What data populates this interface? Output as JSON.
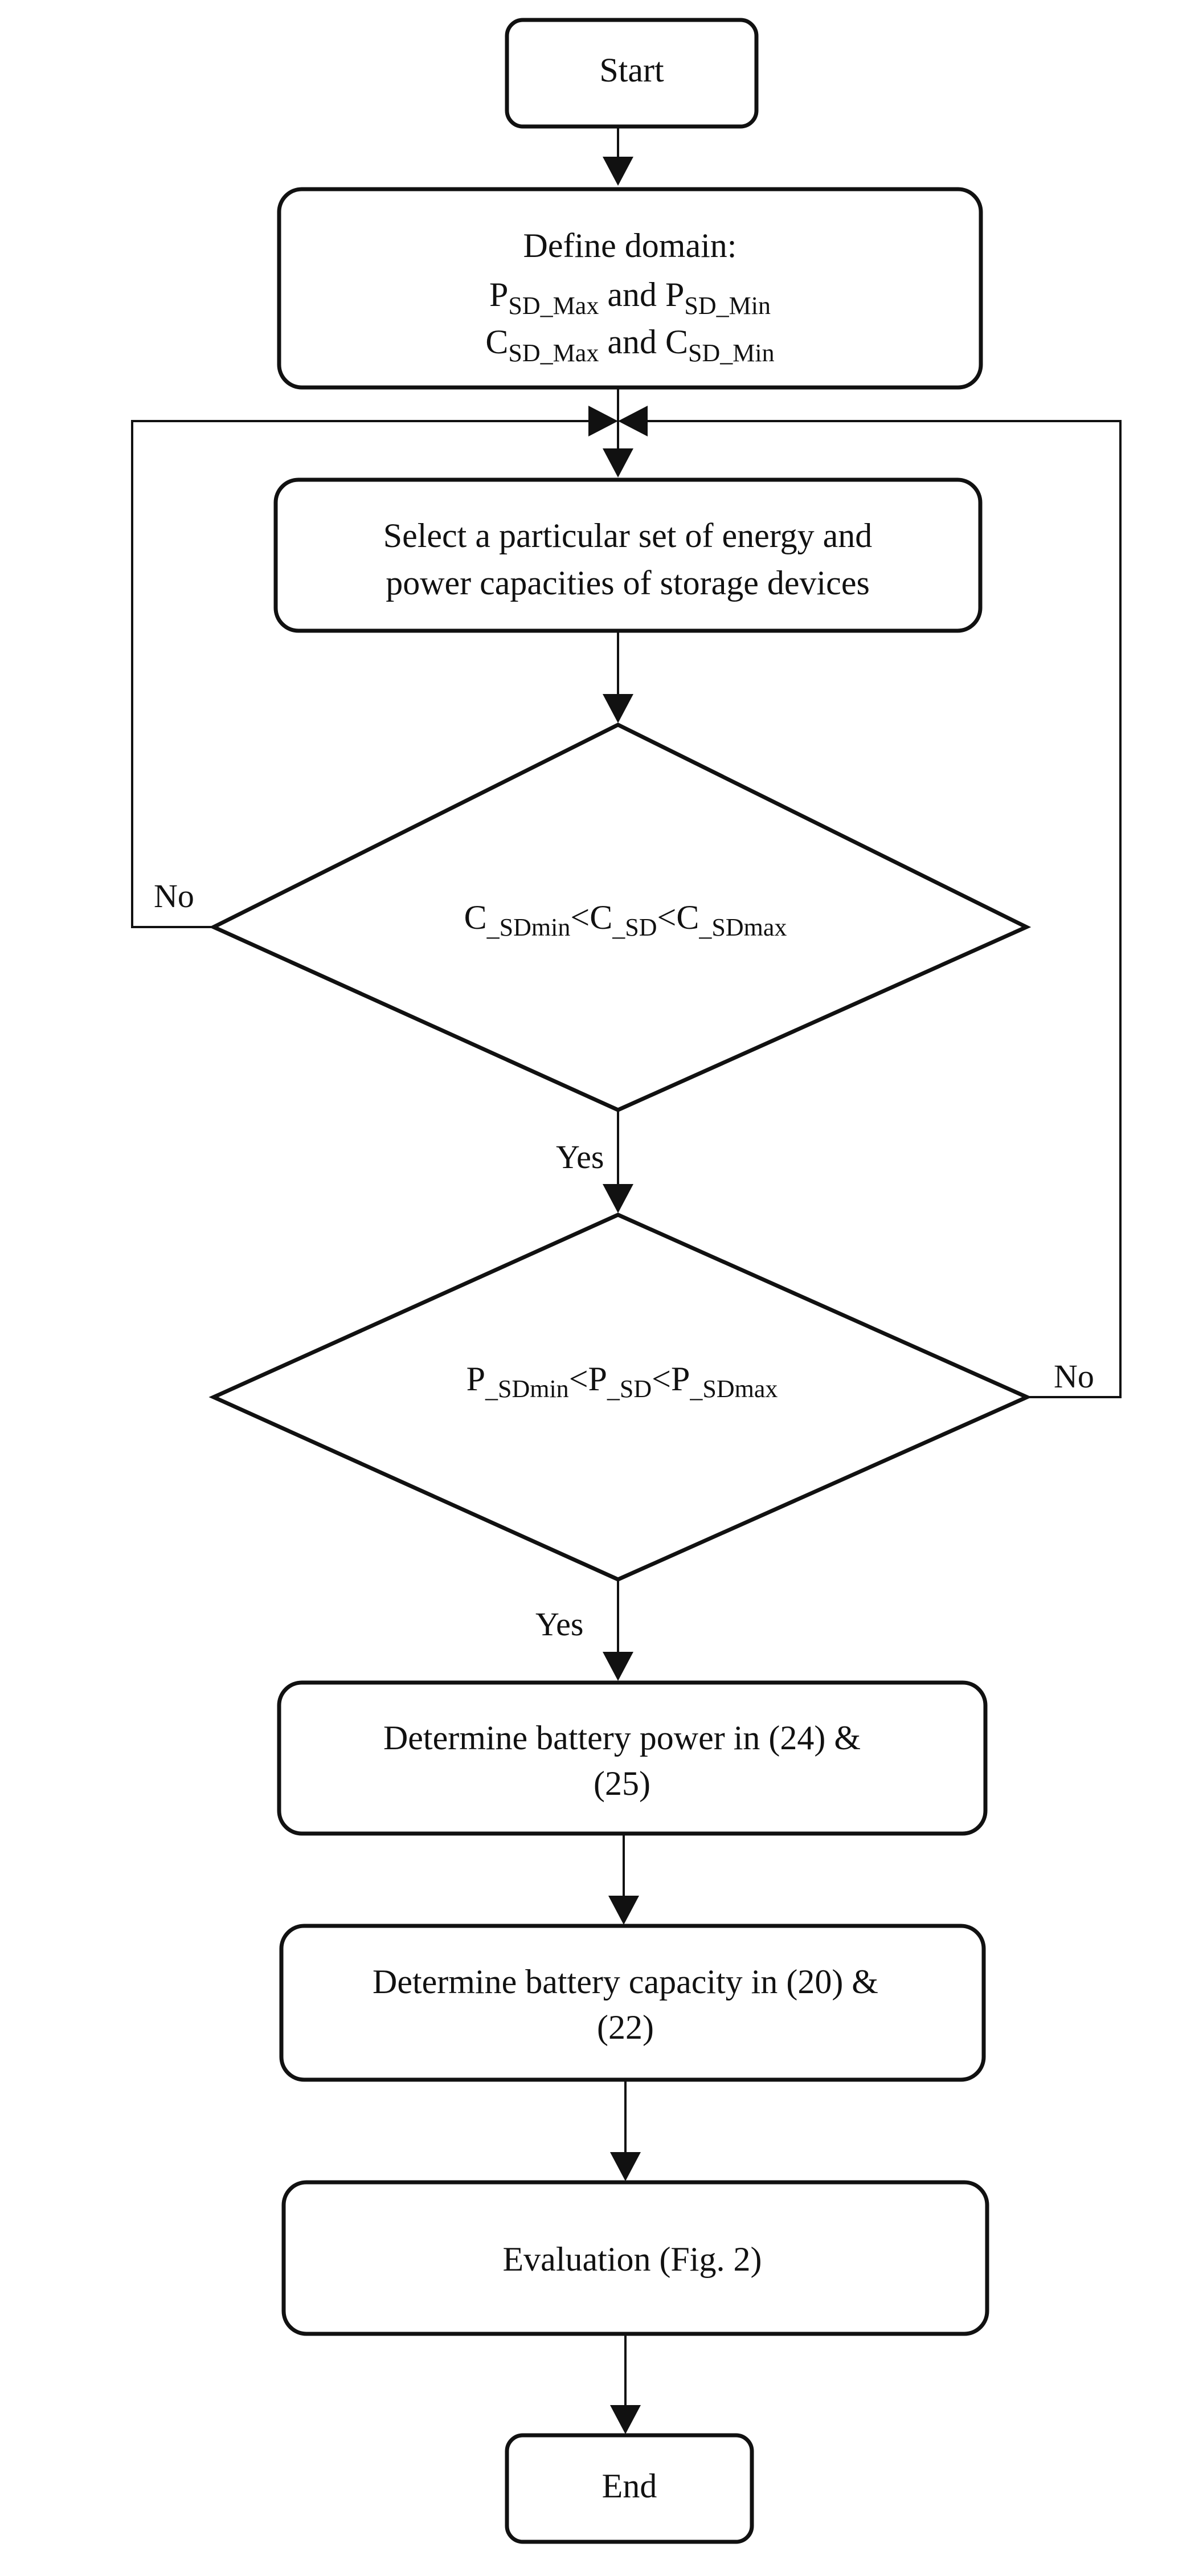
{
  "nodes": {
    "start": {
      "label": "Start"
    },
    "define_domain": {
      "line1": "Define domain:",
      "p_max_base": "P",
      "p_max_sub": "SD_Max",
      "and1": " and ",
      "p_min_base": "P",
      "p_min_sub": "SD_Min",
      "c_max_base": "C",
      "c_max_sub": "SD_Max",
      "and2": " and ",
      "c_min_base": "C",
      "c_min_sub": "SD_Min"
    },
    "select_set": {
      "line1": "Select a particular set of energy and",
      "line2": "power capacities of storage devices"
    },
    "decision_c": {
      "t1": "C",
      "s1": "_SDmin",
      "t2": "<C",
      "s2": "_SD",
      "t3": "<C",
      "s3": "_SDmax"
    },
    "decision_p": {
      "t1": "P",
      "s1": "_SDmin",
      "t2": "<P",
      "s2": "_SD",
      "t3": "<P",
      "s3": "_SDmax"
    },
    "battery_power": {
      "line1": "Determine battery power in (24) &",
      "line2": "(25)"
    },
    "battery_capacity": {
      "line1": "Determine battery capacity in (20) &",
      "line2": "(22)"
    },
    "evaluation": {
      "label": "Evaluation (Fig. 2)"
    },
    "end": {
      "label": "End"
    }
  },
  "edge_labels": {
    "c_no": "No",
    "c_yes": "Yes",
    "p_no": "No",
    "p_yes": "Yes"
  }
}
